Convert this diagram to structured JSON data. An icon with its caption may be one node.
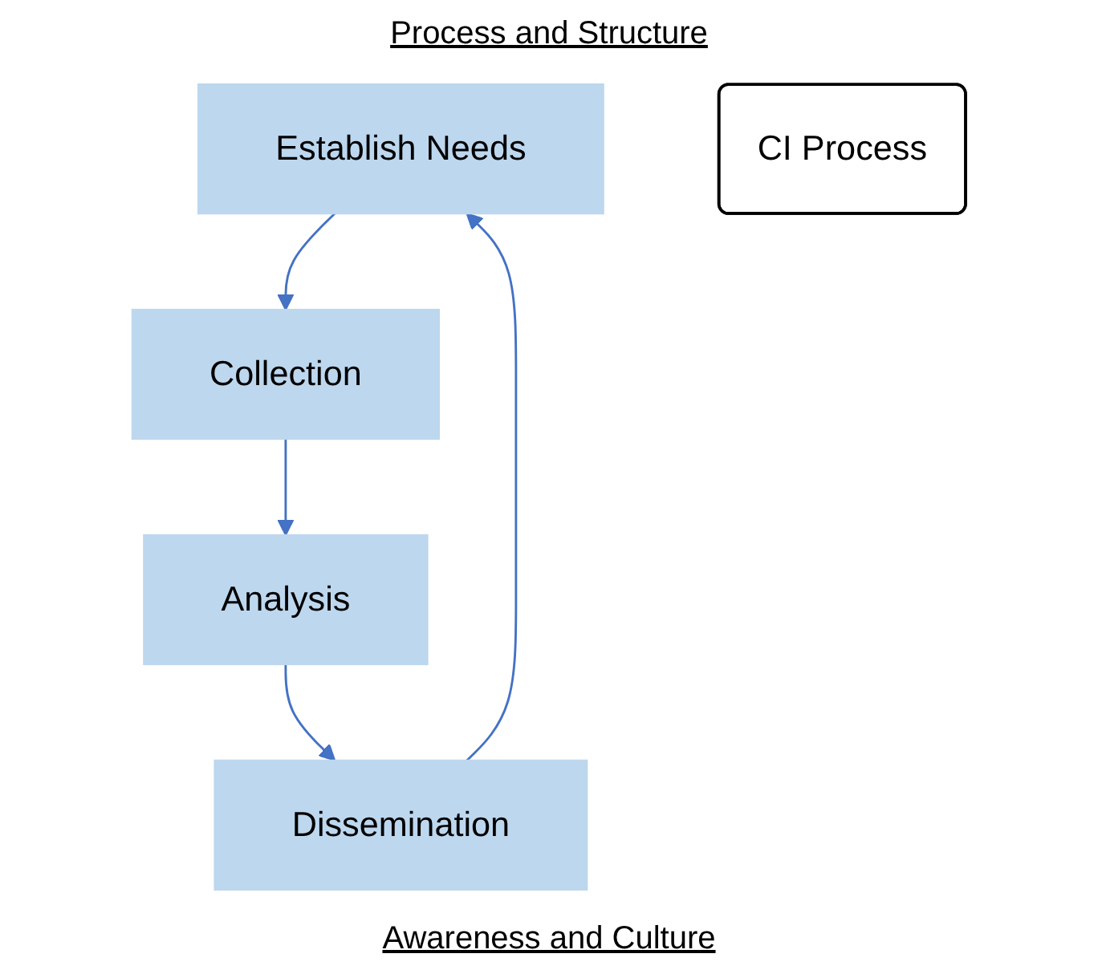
{
  "diagram": {
    "title": "Process and Structure",
    "caption": "Awareness and Culture",
    "nodes": [
      {
        "text": [
          "Establish Needs"
        ]
      },
      {
        "text": [
          "Collection"
        ]
      },
      {
        "text": [
          "Analysis"
        ]
      },
      {
        "text": [
          "Dissemination"
        ]
      },
      {
        "text": [
          "CI Process"
        ]
      }
    ],
    "edges": [
      {
        "from": 0,
        "to": 1,
        "arrow": "to"
      },
      {
        "from": 1,
        "to": 2,
        "arrow": "to"
      },
      {
        "from": 2,
        "to": 3,
        "arrow": "to"
      },
      {
        "from": 3,
        "to": 0,
        "arrow": "to"
      }
    ]
  }
}
